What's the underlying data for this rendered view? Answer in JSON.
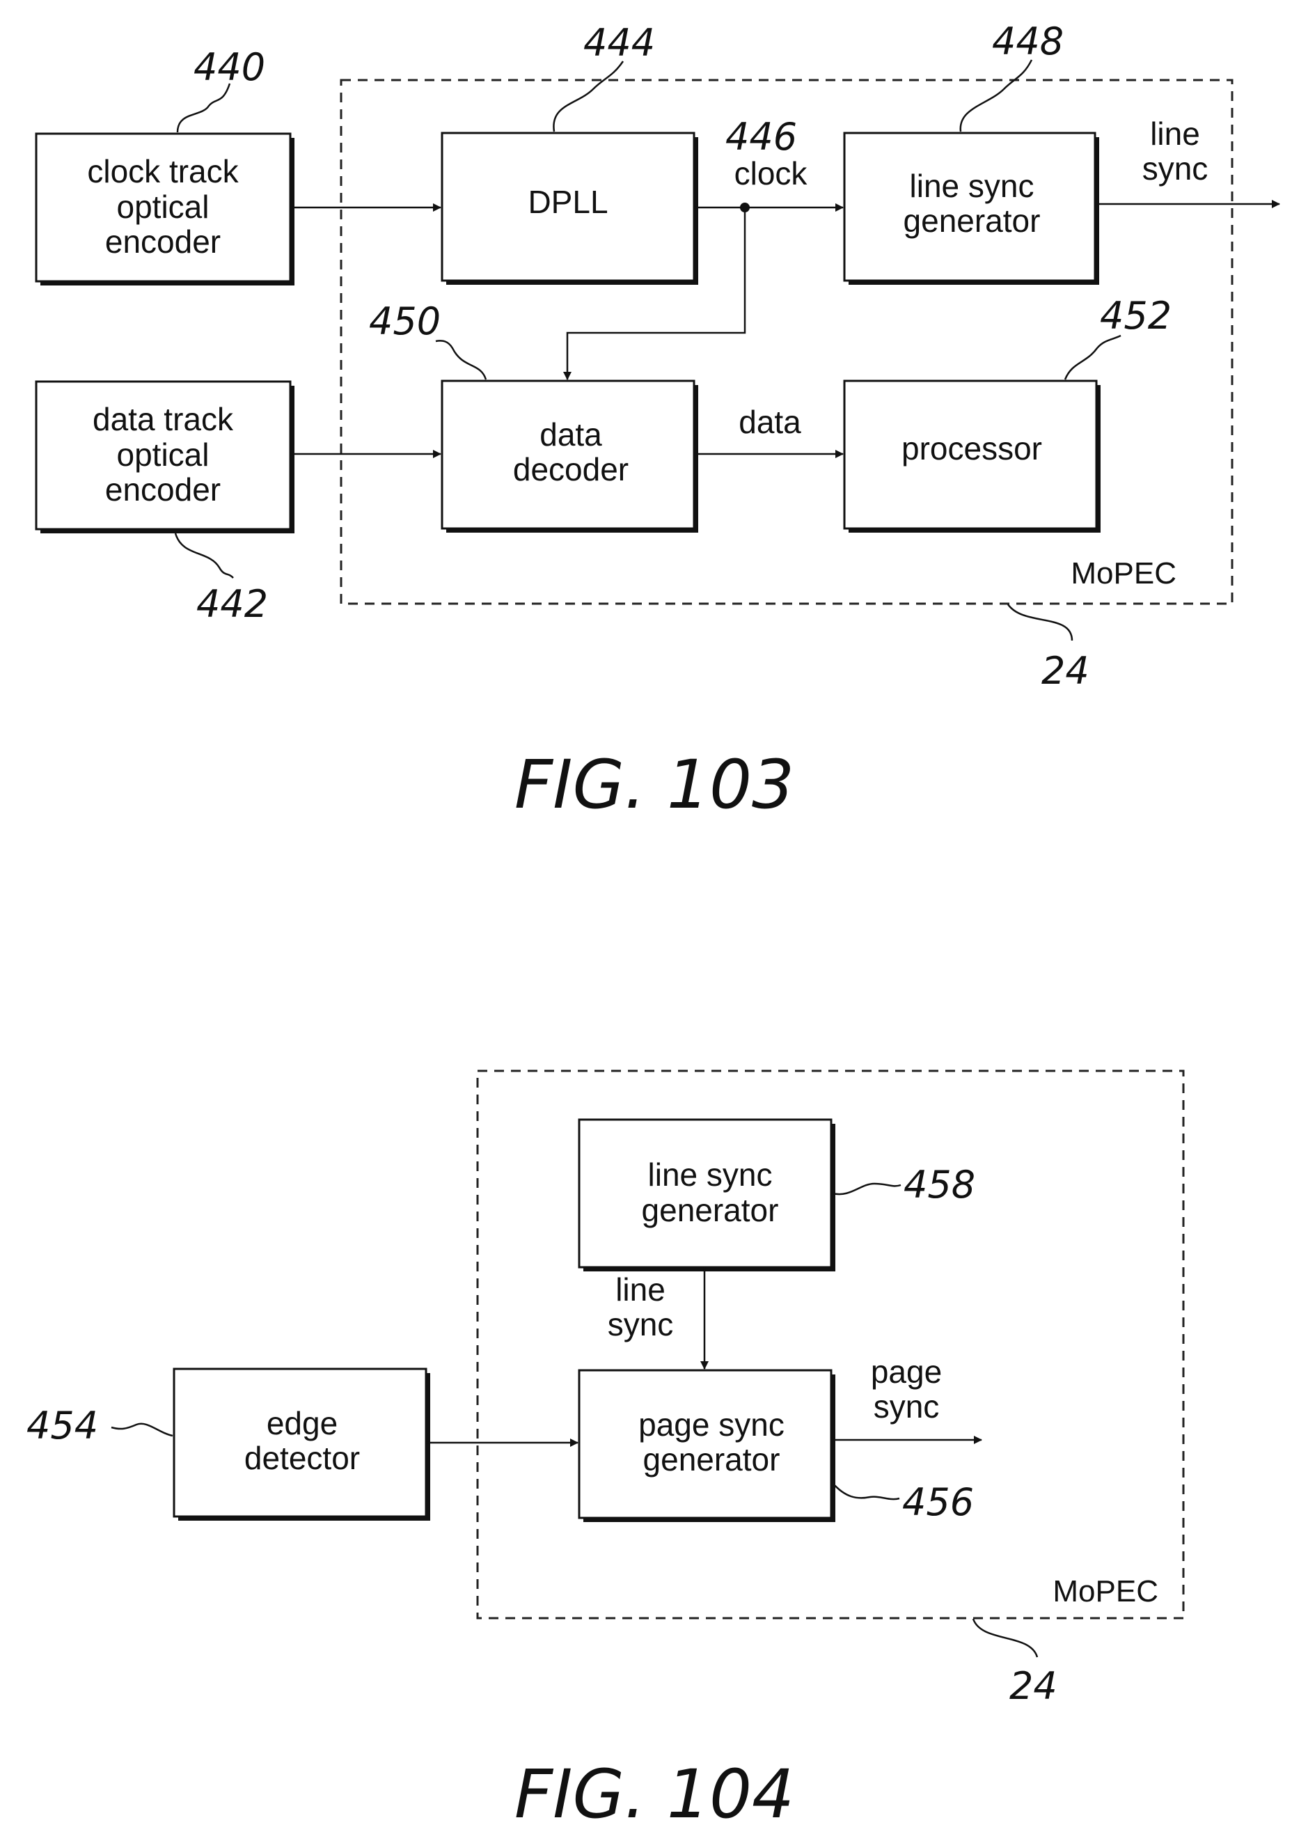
{
  "fig103": {
    "caption": "FIG. 103",
    "container_label": "MoPEC",
    "container_ref": "24",
    "blocks": {
      "clock_encoder": {
        "lines": [
          "clock track",
          "optical",
          "encoder"
        ],
        "ref": "440"
      },
      "data_encoder": {
        "lines": [
          "data track",
          "optical",
          "encoder"
        ],
        "ref": "442"
      },
      "dpll": {
        "lines": [
          "DPLL"
        ],
        "ref": "444"
      },
      "line_sync_gen": {
        "lines": [
          "line sync",
          "generator"
        ],
        "ref": "448"
      },
      "data_decoder": {
        "lines": [
          "data",
          "decoder"
        ],
        "ref": "450"
      },
      "processor": {
        "lines": [
          "processor"
        ],
        "ref": "452"
      }
    },
    "signals": {
      "clock": {
        "text": "clock",
        "ref": "446"
      },
      "line_sync": [
        "line",
        "sync"
      ],
      "data": "data"
    }
  },
  "fig104": {
    "caption": "FIG. 104",
    "container_label": "MoPEC",
    "container_ref": "24",
    "blocks": {
      "line_sync_gen": {
        "lines": [
          "line sync",
          "generator"
        ],
        "ref": "458"
      },
      "page_sync_gen": {
        "lines": [
          "page sync",
          "generator"
        ],
        "ref": "456"
      },
      "edge_detector": {
        "lines": [
          "edge",
          "detector"
        ],
        "ref": "454"
      }
    },
    "signals": {
      "line_sync": [
        "line",
        "sync"
      ],
      "page_sync": [
        "page",
        "sync"
      ]
    }
  }
}
